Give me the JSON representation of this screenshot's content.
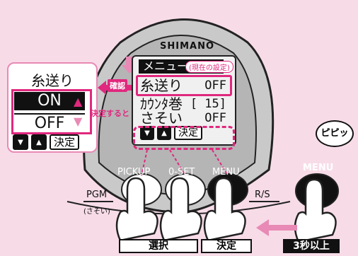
{
  "device": {
    "brand": "SHIMANO",
    "buttons": {
      "pickup": "PICKUP",
      "oset": "0-SET",
      "menu": "MENU",
      "pgm": "PGM",
      "pgm_sub": "(さそい)",
      "rs": "R/S"
    }
  },
  "lcd": {
    "menu_label": "メニュー",
    "current_setting": "(現在の設定)",
    "rows": [
      {
        "label": "糸送り",
        "value": "OFF"
      },
      {
        "label": "ｶｳﾝﾀ巻",
        "value": "[ 15]"
      },
      {
        "label": "さそい",
        "value": "OFF"
      }
    ],
    "kettei": "決定"
  },
  "callout": {
    "title": "糸送り",
    "on": "ON",
    "off": "OFF",
    "kettei": "決定"
  },
  "annotations": {
    "confirm": "確認",
    "after_kettei": "決定すると"
  },
  "external_menu": {
    "label": "MENU",
    "sound": "ピピッ"
  },
  "bottom_labels": {
    "select": "選択",
    "decide": "決定",
    "hold": "3秒以上"
  },
  "colors": {
    "accent": "#e0287e",
    "background": "#f7dce8",
    "device_body": "#c7c7c7"
  }
}
